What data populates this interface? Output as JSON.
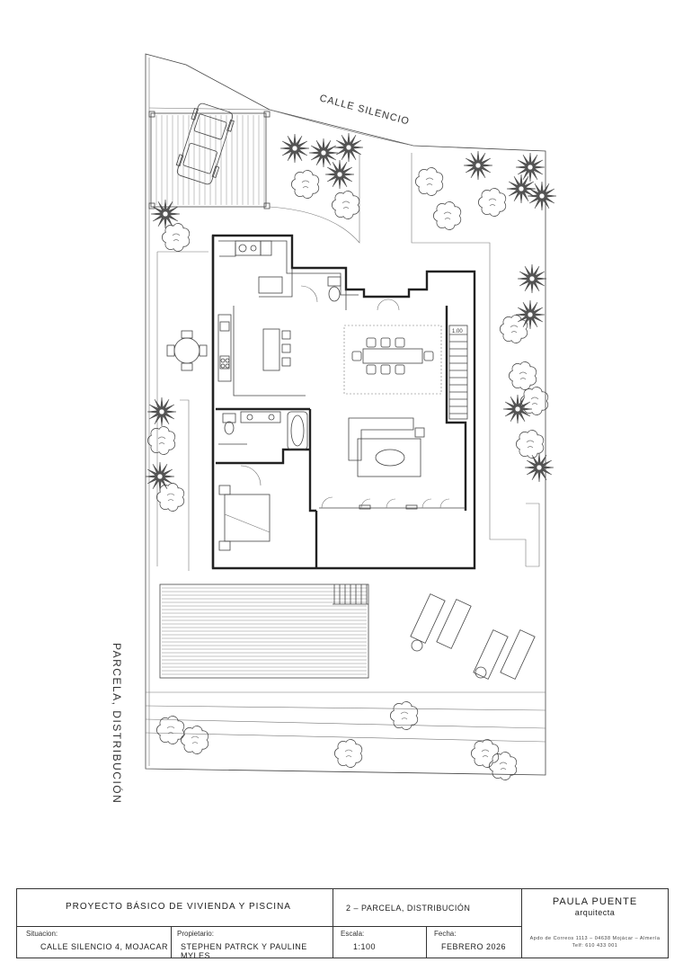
{
  "plan": {
    "street_label": "CALLE SILENCIO",
    "side_label": "PARCELA, DISTRIBUCIÓN",
    "stair_label": "1.00"
  },
  "titleblock": {
    "project_title": "PROYECTO BÁSICO DE VIVIENDA Y PISCINA",
    "drawing_title": "2 – PARCELA, DISTRIBUCIÓN",
    "architect_name": "PAULA PUENTE",
    "architect_role": "arquitecta",
    "architect_address": "Apdo de Correos 1113 – 04638 Mojácar – Almería",
    "architect_phone": "Telf: 610 433 001",
    "situacion_label": "Situacion:",
    "situacion_value": "CALLE SILENCIO 4, MOJACAR",
    "propietario_label": "Propietario:",
    "propietario_value": "STEPHEN PATRCK Y PAULINE MYLES",
    "escala_label": "Escala:",
    "escala_value": "1:100",
    "fecha_label": "Fecha:",
    "fecha_value": "FEBRERO 2026"
  },
  "colors": {
    "line": "#222222",
    "light_line": "#777777",
    "background": "#ffffff"
  }
}
